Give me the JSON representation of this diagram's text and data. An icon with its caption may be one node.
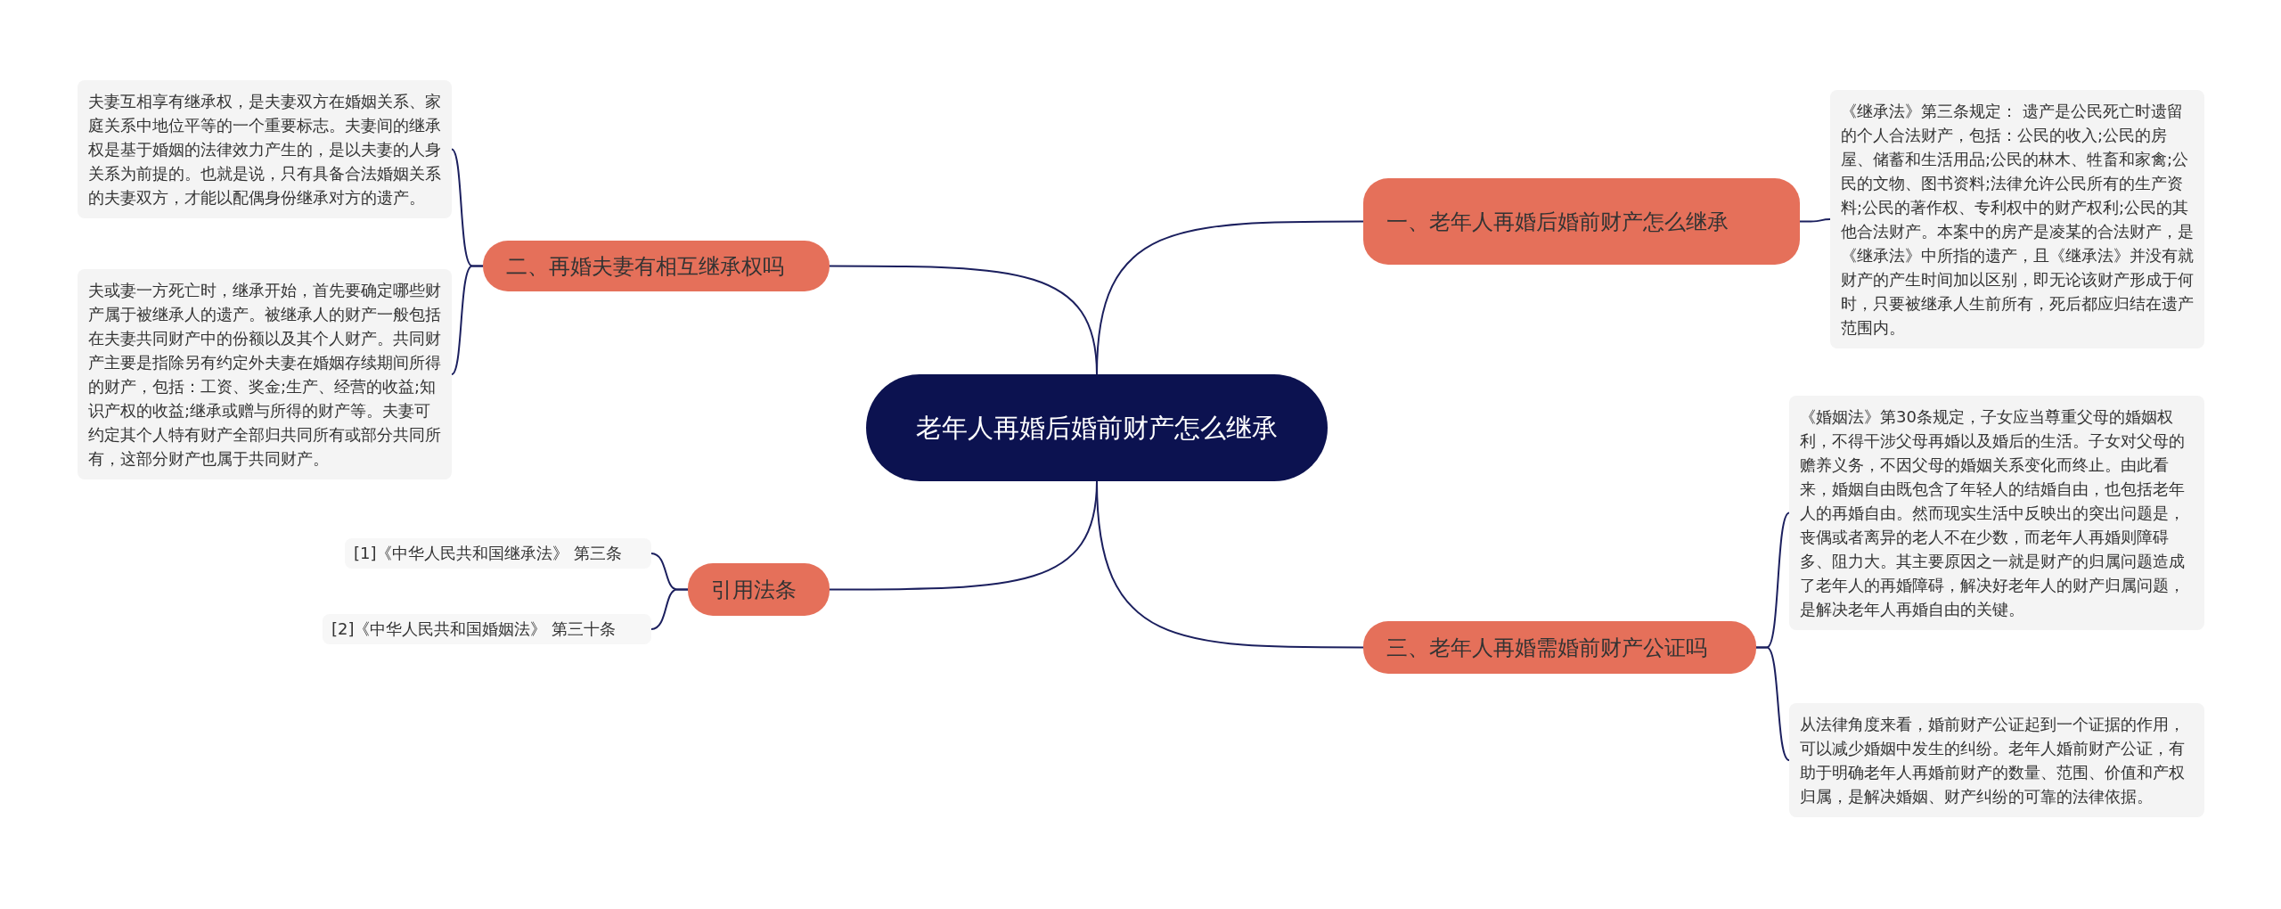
{
  "diagram": {
    "nodes": [
      {
        "text": [
          "老年人再婚后婚前财产怎么继承"
        ]
      },
      {
        "text": [
          "一、老年人再婚后婚前财产怎么继承"
        ]
      },
      {
        "text": [
          "《继承法》第三条规定： 遗产是公民死亡时遗留的个人合法财产，包括：公民的收入;公民的房屋、储蓄和生活用品;公民的林木、牲畜和家禽;公民的文物、图书资料;法律允许公民所有的生产资料;公民的著作权、专利权中的财产权利;公民的其他合法财产。本案中的房产是凌某的合法财产，是《继承法》中所指的遗产，且《继承法》并没有就财产的产生时间加以区别，即无论该财产形成于何时，只要被继承人生前所有，死后都应归结在遗产范围内。"
        ]
      },
      {
        "text": [
          "三、老年人再婚需婚前财产公证吗"
        ]
      },
      {
        "text": [
          "《婚姻法》第30条规定，子女应当尊重父母的婚姻权利，不得干涉父母再婚以及婚后的生活。子女对父母的赡养义务，不因父母的婚姻关系变化而终止。由此看来，婚姻自由既包含了年轻人的结婚自由，也包括老年人的再婚自由。然而现实生活中反映出的突出问题是，丧偶或者离异的老人不在少数，而老年人再婚则障碍多、阻力大。其主要原因之一就是财产的归属问题造成了老年人的再婚障碍，解决好老年人的财产归属问题，是解决老年人再婚自由的关键。"
        ]
      },
      {
        "text": [
          "从法律角度来看，婚前财产公证起到一个证据的作用，可以减少婚姻中发生的纠纷。老年人婚前财产公证，有助于明确老年人再婚前财产的数量、范围、价值和产权归属，是解决婚姻、财产纠纷的可靠的法律依据。"
        ]
      },
      {
        "text": [
          "二、再婚夫妻有相互继承权吗"
        ]
      },
      {
        "text": [
          "夫妻互相享有继承权，是夫妻双方在婚姻关系、家庭关系中地位平等的一个重要标志。夫妻间的继承权是基于婚姻的法律效力产生的，是以夫妻的人身关系为前提的。也就是说，只有具备合法婚姻关系的夫妻双方，才能以配偶身份继承对方的遗产。"
        ]
      },
      {
        "text": [
          "夫或妻一方死亡时，继承开始，首先要确定哪些财产属于被继承人的遗产。被继承人的财产一般包括在夫妻共同财产中的份额以及其个人财产。共同财产主要是指除另有约定外夫妻在婚姻存续期间所得的财产，包括：工资、奖金;生产、经营的收益;知识产权的收益;继承或赠与所得的财产等。夫妻可约定其个人特有财产全部归共同所有或部分共同所有，这部分财产也属于共同财产。"
        ]
      },
      {
        "text": [
          "引用法条"
        ]
      },
      {
        "text": [
          "[1]《中华人民共和国继承法》 第三条"
        ]
      },
      {
        "text": [
          "[2]《中华人民共和国婚姻法》 第三十条"
        ]
      }
    ],
    "edges": [
      {
        "from": 0,
        "to": 1,
        "arrow": "none"
      },
      {
        "from": 1,
        "to": 2,
        "arrow": "none"
      },
      {
        "from": 0,
        "to": 3,
        "arrow": "none"
      },
      {
        "from": 3,
        "to": 4,
        "arrow": "none"
      },
      {
        "from": 3,
        "to": 5,
        "arrow": "none"
      },
      {
        "from": 0,
        "to": 6,
        "arrow": "none"
      },
      {
        "from": 6,
        "to": 7,
        "arrow": "none"
      },
      {
        "from": 6,
        "to": 8,
        "arrow": "none"
      },
      {
        "from": 0,
        "to": 9,
        "arrow": "none"
      },
      {
        "from": 9,
        "to": 10,
        "arrow": "none"
      },
      {
        "from": 9,
        "to": 11,
        "arrow": "none"
      }
    ]
  }
}
